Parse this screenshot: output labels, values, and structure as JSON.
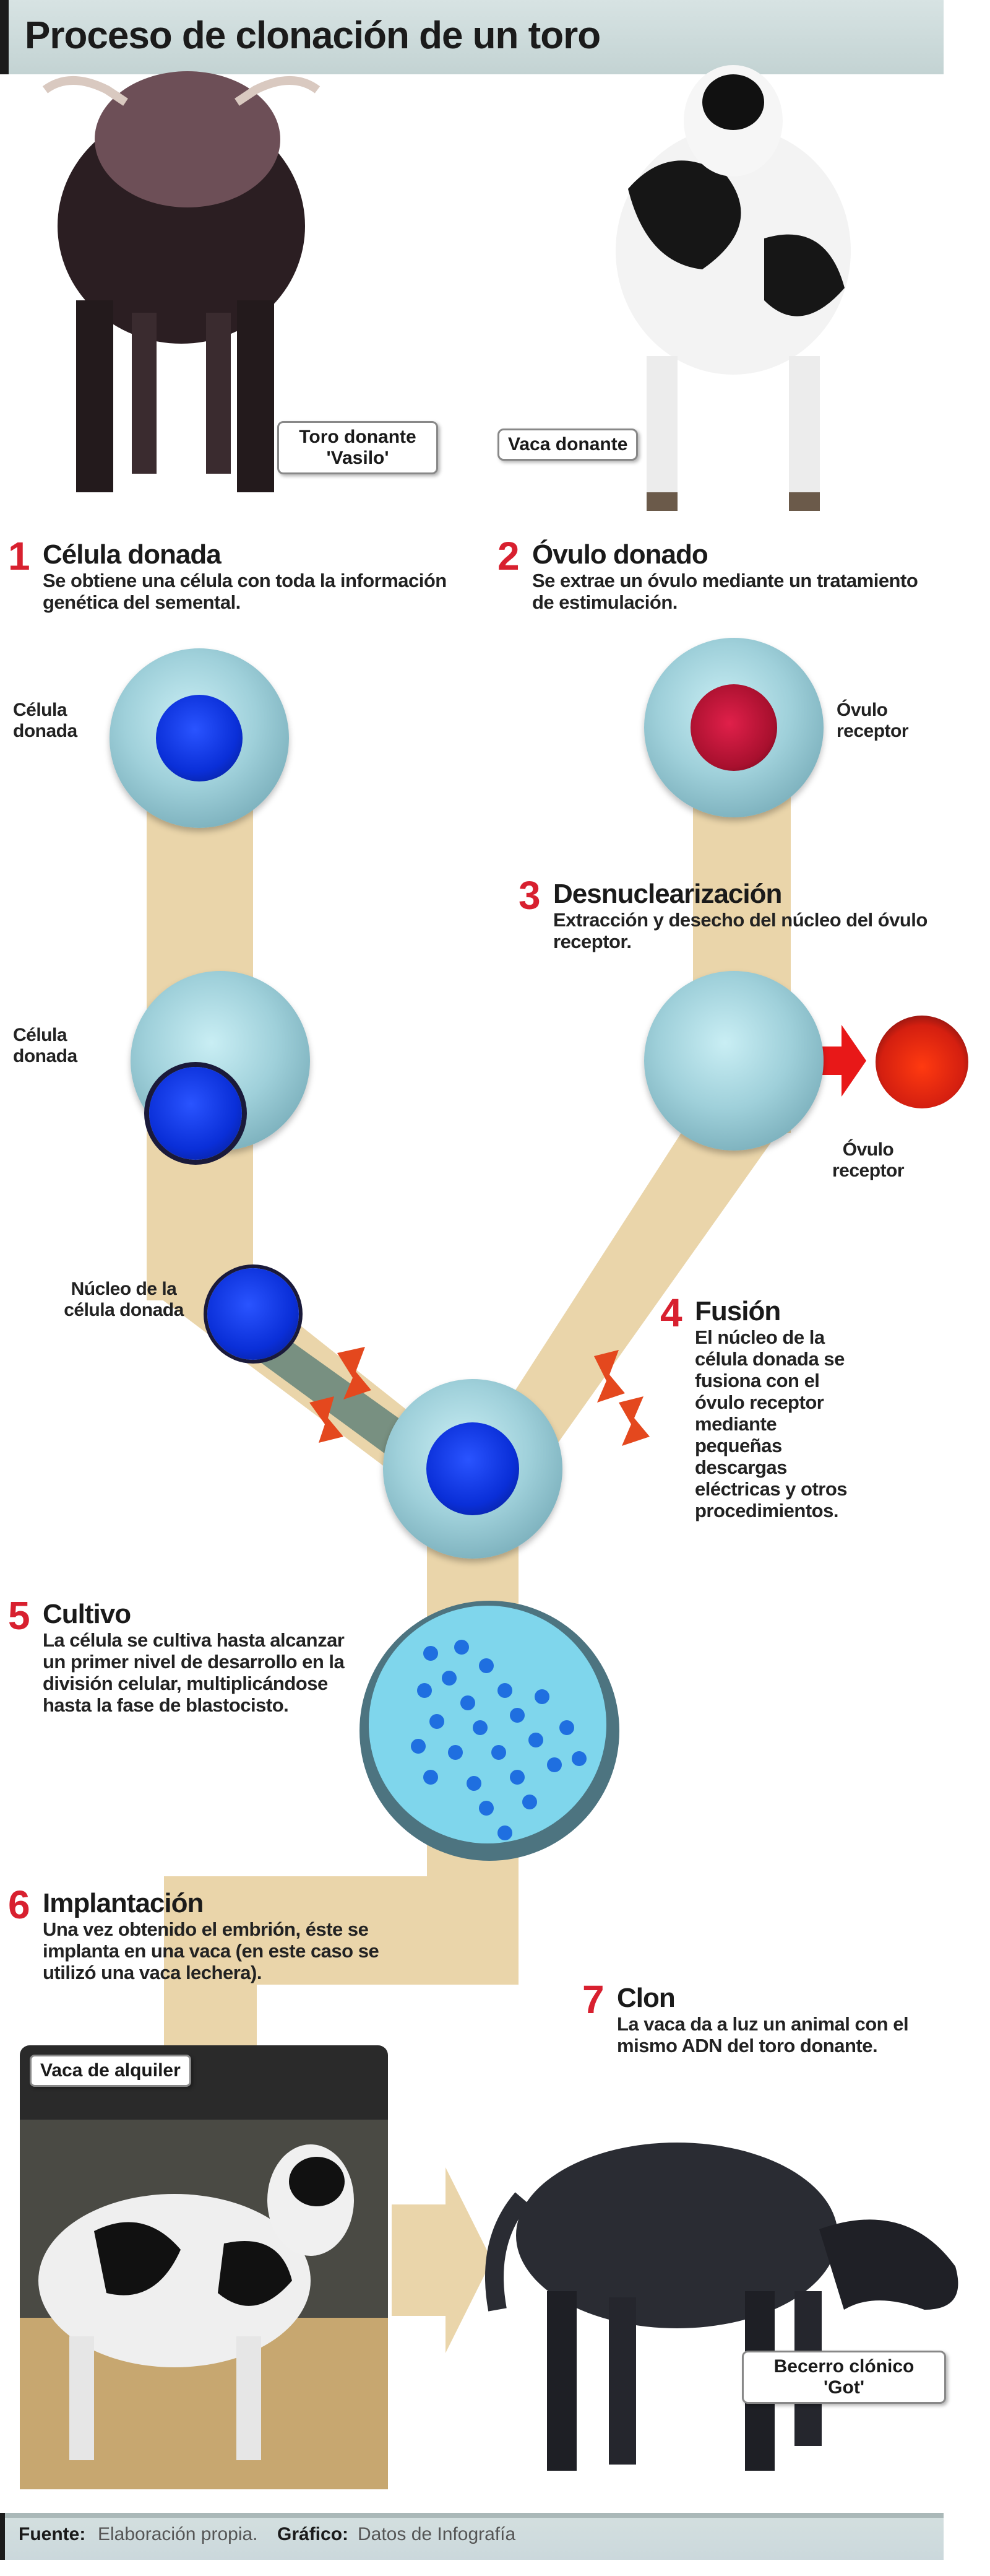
{
  "title": "Proceso de clonación de un toro",
  "animals": {
    "bull_label": "Toro donante 'Vasilo'",
    "cow_label": "Vaca donante",
    "surrogate_label": "Vaca de alquiler",
    "calf_label": "Becerro clónico 'Got'"
  },
  "steps": [
    {
      "num": "1",
      "title": "Célula donada",
      "text": "Se obtiene una célula con toda la información genética del semental."
    },
    {
      "num": "2",
      "title": "Óvulo donado",
      "text": "Se extrae un óvulo mediante un tratamiento de estimulación."
    },
    {
      "num": "3",
      "title": "Desnuclearización",
      "text": "Extracción y desecho del núcleo del óvulo receptor."
    },
    {
      "num": "4",
      "title": "Fusión",
      "text": "El núcleo de la célula donada se fusiona con el óvulo receptor mediante pequeñas descargas eléctricas y otros procedimientos."
    },
    {
      "num": "5",
      "title": "Cultivo",
      "text": "La célula se cultiva hasta alcanzar un primer nivel de desarrollo en la división celular, multiplicándose hasta la fase de blastocisto."
    },
    {
      "num": "6",
      "title": "Implantación",
      "text": "Una vez obtenido el embrión, éste se implanta en una vaca (en este caso se utilizó una vaca lechera)."
    },
    {
      "num": "7",
      "title": "Clon",
      "text": "La vaca da a luz un animal con el mismo ADN del toro donante."
    }
  ],
  "labels": {
    "donor_cell_1": "Célula donada",
    "receptor_egg_1": "Óvulo receptor",
    "donor_cell_2": "Célula donada",
    "receptor_egg_2": "Óvulo receptor",
    "donor_nucleus": "Núcleo de la célula donada"
  },
  "footer": {
    "source_label": "Fuente:",
    "source_value": "Elaboración propia.",
    "graphic_label": "Gráfico:",
    "graphic_value": "Datos de Infografía"
  },
  "colors": {
    "accent": "#d8202f",
    "path": "#ead5aa",
    "cell": "#9fd0da"
  }
}
